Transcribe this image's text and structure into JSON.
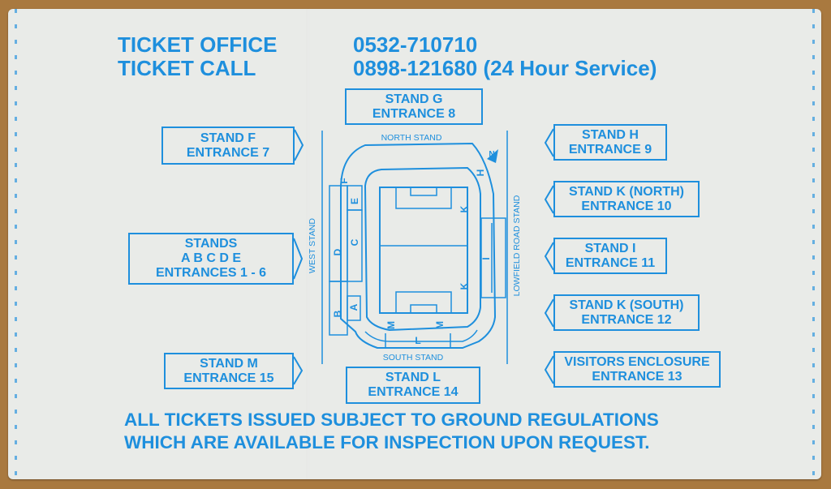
{
  "header": {
    "office_label": "TICKET OFFICE",
    "office_number": "0532-710710",
    "call_label": "TICKET CALL",
    "call_number": "0898-121680 (24 Hour Service)"
  },
  "entrances": {
    "g": {
      "line1": "STAND G",
      "line2": "ENTRANCE 8"
    },
    "f": {
      "line1": "STAND F",
      "line2": "ENTRANCE 7"
    },
    "abcde": {
      "line1": "STANDS",
      "line2": "A B C D E",
      "line3": "ENTRANCES 1 - 6"
    },
    "m": {
      "line1": "STAND M",
      "line2": "ENTRANCE 15"
    },
    "l": {
      "line1": "STAND L",
      "line2": "ENTRANCE 14"
    },
    "h": {
      "line1": "STAND H",
      "line2": "ENTRANCE 9"
    },
    "k_north": {
      "line1": "STAND K (NORTH)",
      "line2": "ENTRANCE 10"
    },
    "i": {
      "line1": "STAND I",
      "line2": "ENTRANCE 11"
    },
    "k_south": {
      "line1": "STAND K (SOUTH)",
      "line2": "ENTRANCE 12"
    },
    "visitors": {
      "line1": "VISITORS ENCLOSURE",
      "line2": "ENTRANCE 13"
    }
  },
  "map": {
    "north_stand": "NORTH STAND",
    "south_stand": "SOUTH STAND",
    "west_stand": "WEST STAND",
    "lowfield_road_stand": "LOWFIELD ROAD STAND",
    "north_marker": "N",
    "section_f": "F",
    "section_e": "E",
    "section_d": "D",
    "section_c": "C",
    "section_b": "B",
    "section_a": "A",
    "section_h": "H",
    "section_k_north": "K",
    "section_i": "I",
    "section_k_south": "K",
    "section_m_left": "M",
    "section_l": "L",
    "section_m_right": "M"
  },
  "footer": {
    "line1": "ALL TICKETS ISSUED SUBJECT TO GROUND REGULATIONS",
    "line2": "WHICH ARE AVAILABLE FOR INSPECTION UPON REQUEST."
  },
  "colors": {
    "ink": "#1e8fdd",
    "paper": "#e9ebe8",
    "background": "#a9793f"
  }
}
